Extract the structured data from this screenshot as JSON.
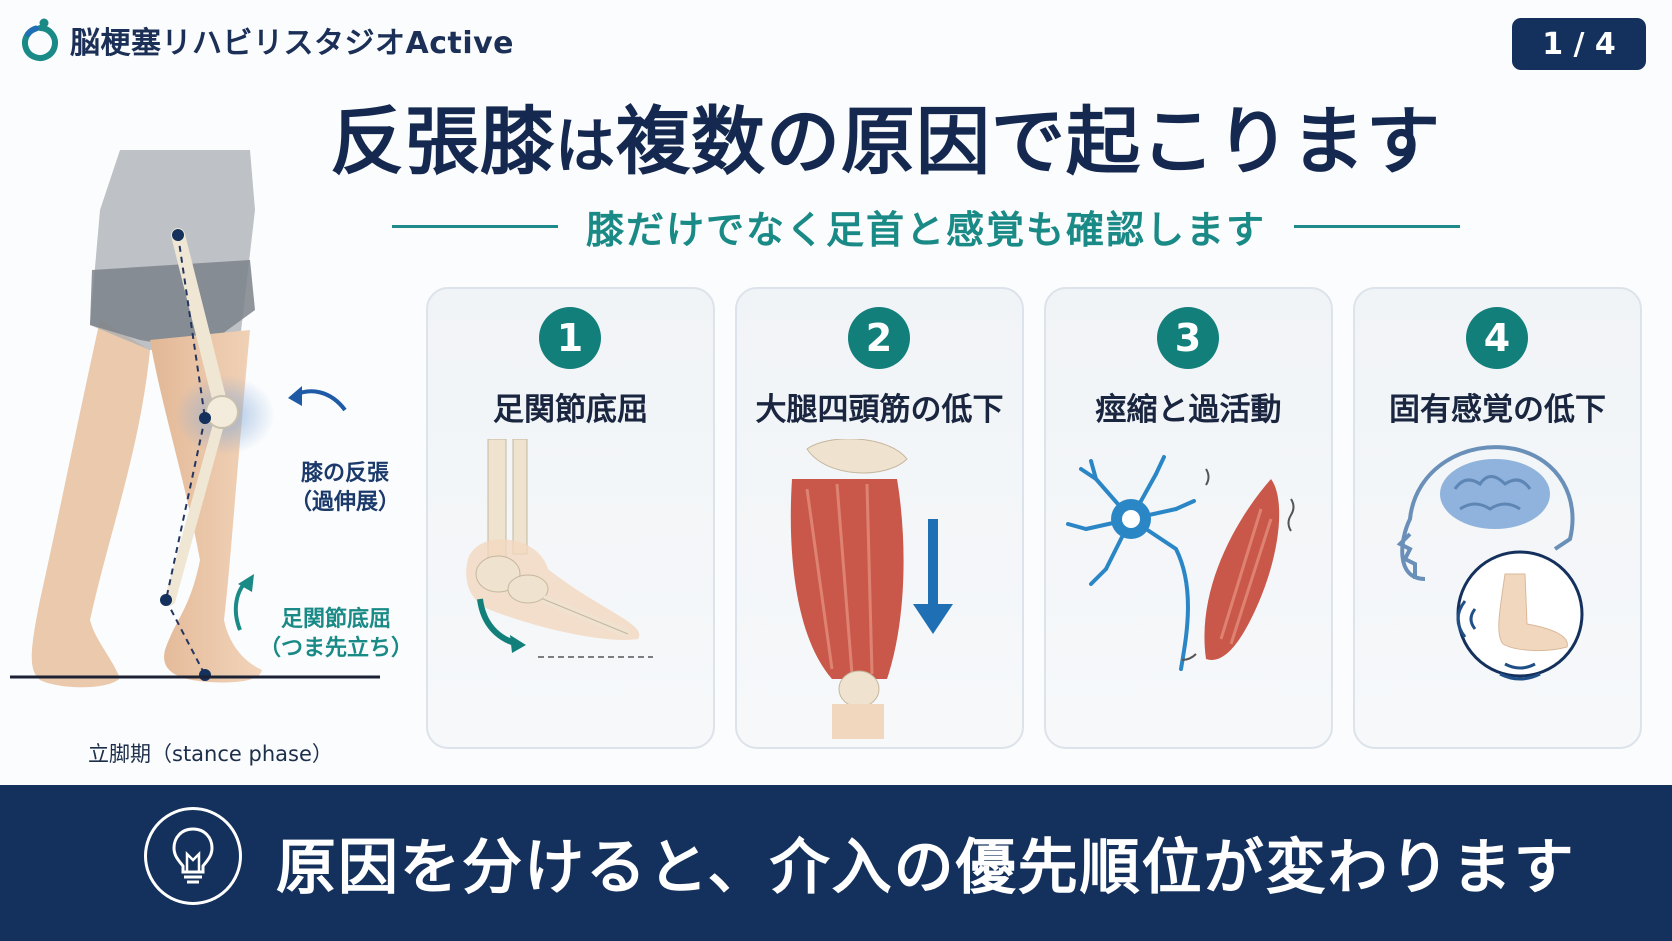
{
  "header": {
    "brand_name": "脳梗塞リハビリスタジオActive",
    "page_indicator": "1 / 4"
  },
  "title": {
    "part1": "反張膝",
    "part2": "は",
    "part3": "複数の原因で起こります"
  },
  "subtitle": "膝だけでなく足首と感覚も確認します",
  "figure": {
    "knee_label_line1": "膝の反張",
    "knee_label_line2": "（過伸展）",
    "ankle_label_line1": "足関節底屈",
    "ankle_label_line2": "（つま先立ち）",
    "stance_label": "立脚期（stance phase）"
  },
  "cards": [
    {
      "number": "1",
      "title": "足関節底屈",
      "icon": "ankle-plantarflexion-icon"
    },
    {
      "number": "2",
      "title": "大腿四頭筋の低下",
      "icon": "quadriceps-weakness-icon"
    },
    {
      "number": "3",
      "title": "痙縮と過活動",
      "icon": "spasticity-icon"
    },
    {
      "number": "4",
      "title": "固有感覚の低下",
      "icon": "proprioception-icon"
    }
  ],
  "banner": {
    "text": "原因を分けると、介入の優先順位が変わります",
    "icon": "lightbulb-icon"
  },
  "colors": {
    "navy": "#14305c",
    "teal": "#137f7b",
    "blue": "#1f6fb5",
    "muscle": "#c9584a"
  }
}
